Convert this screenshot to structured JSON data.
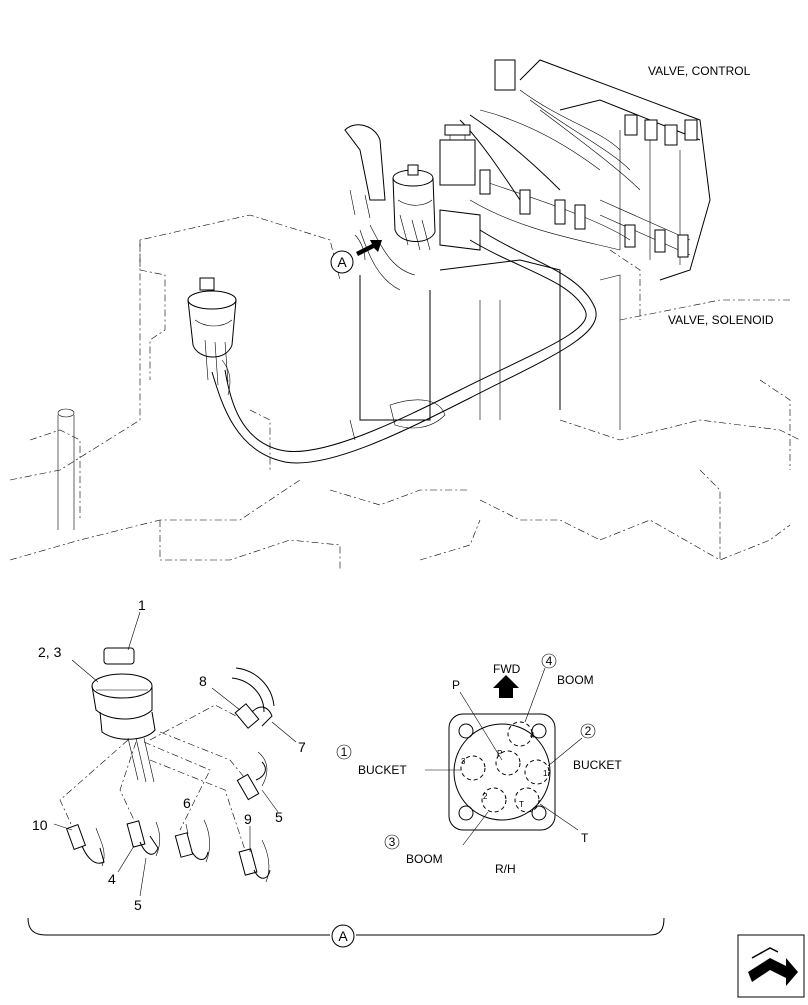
{
  "labels": {
    "valve_control": "VALVE, CONTROL",
    "valve_solenoid": "VALVE, SOLENOID",
    "view_ref": "A",
    "view_ref_bottom": "A"
  },
  "callouts": {
    "c1": "1",
    "c2_3": "2, 3",
    "c4": "4",
    "c5a": "5",
    "c5b": "5",
    "c6": "6",
    "c7": "7",
    "c8": "8",
    "c9": "9",
    "c10": "10"
  },
  "pattern": {
    "fwd": "FWD",
    "p_label": "P",
    "t_label": "T",
    "boom_top": "BOOM",
    "boom_bottom": "BOOM",
    "bucket_left": "BUCKET",
    "bucket_right": "BUCKET",
    "circ1": "1",
    "circ2": "2",
    "circ3": "3",
    "circ4": "4",
    "side": "R/H",
    "port_4": "4",
    "port_1": "1",
    "port_3": "3",
    "port_2": "2",
    "port_p": "P",
    "port_t": "T"
  },
  "icons": [
    "arrow-icon",
    "navigation-icon"
  ]
}
